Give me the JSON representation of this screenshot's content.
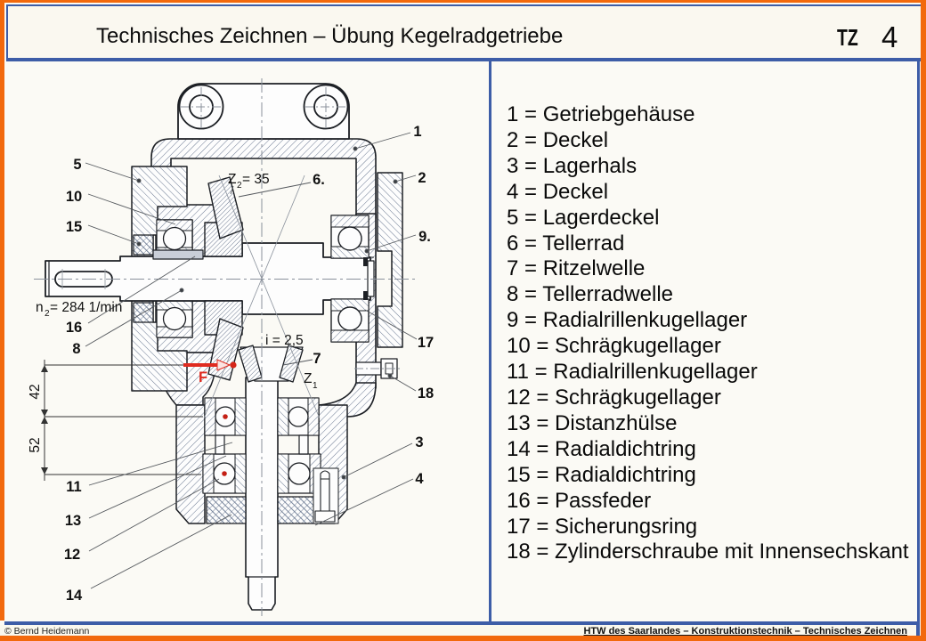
{
  "header": {
    "title": "Technisches Zeichnen – Übung Kegelradgetriebe",
    "code": "TZ",
    "page_number": "4"
  },
  "parts_list": {
    "items": [
      "1 = Getriebgehäuse",
      "2 = Deckel",
      "3 = Lagerhals",
      "4 = Deckel",
      "5 = Lagerdeckel",
      "6 = Tellerrad",
      "7 = Ritzelwelle",
      "8 = Tellerradwelle",
      "9 = Radialrillenkugellager",
      "10 = Schrägkugellager",
      "11 = Radialrillenkugellager",
      "12 = Schrägkugellager",
      "13 = Distanzhülse",
      "14 = Radialdichtring",
      "15 = Radialdichtring",
      "16 = Passfeder",
      "17 = Sicherungsring",
      "18 = Zylinderschraube mit Innensechskant"
    ]
  },
  "drawing": {
    "part_refs": {
      "r1": "1",
      "r2": "2",
      "r3": "3",
      "r4": "4",
      "r5": "5",
      "r6": "6.",
      "r7": "7",
      "r8": "8",
      "r9": "9.",
      "r10": "10",
      "r11": "11",
      "r12": "12",
      "r13": "13",
      "r14": "14",
      "r15": "15",
      "r16": "16",
      "r17": "17",
      "r18": "18"
    },
    "annotations": {
      "z2": {
        "base": "Z",
        "sub": "2",
        "rest": "= 35"
      },
      "z1": {
        "base": "Z",
        "sub": "1"
      },
      "n2": {
        "base": "n",
        "sub": "2",
        "rest": "= 284 1/min"
      },
      "ratio": "i = 2,5",
      "force": "F",
      "dim_42": "42",
      "dim_52": "52"
    },
    "colors": {
      "frame_orange": "#f2690d",
      "line_blue": "#3d5da7",
      "accent_red": "#e02b20",
      "ink": "#1c1f24"
    }
  },
  "footer": {
    "copyright": "© Bernd Heidemann",
    "institution": "HTW des Saarlandes –  Konstruktionstechnik – Technisches Zeichnen"
  }
}
